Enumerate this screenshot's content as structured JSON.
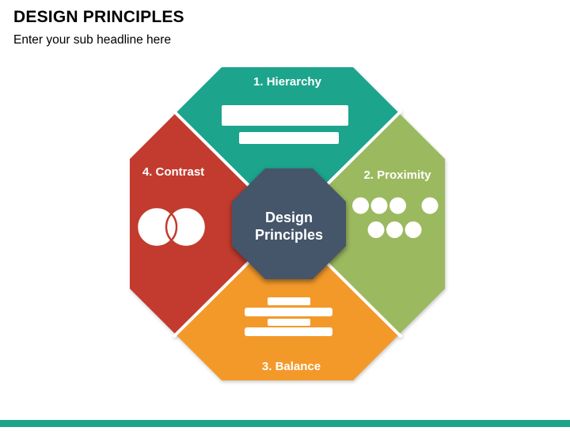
{
  "slide": {
    "title": "DESIGN PRINCIPLES",
    "subtitle": "Enter your sub headline here",
    "background": "#ffffff"
  },
  "diagram": {
    "center": {
      "line1": "Design",
      "line2": "Principles",
      "color": "#44546A",
      "text_color": "#ffffff"
    },
    "segments": [
      {
        "label": "1. Hierarchy",
        "position": "top",
        "color": "#1FA48C",
        "icon": "hierarchy-bars-icon"
      },
      {
        "label": "2. Proximity",
        "position": "right",
        "color": "#9BB95E",
        "icon": "proximity-dots-icon"
      },
      {
        "label": "3. Balance",
        "position": "bottom",
        "color": "#F3992C",
        "icon": "balance-bars-icon"
      },
      {
        "label": "4. Contrast",
        "position": "left",
        "color": "#C23B2D",
        "icon": "contrast-circles-icon"
      }
    ],
    "gap_color": "#ffffff"
  },
  "footer": {
    "bar_color": "#1FA48C"
  }
}
